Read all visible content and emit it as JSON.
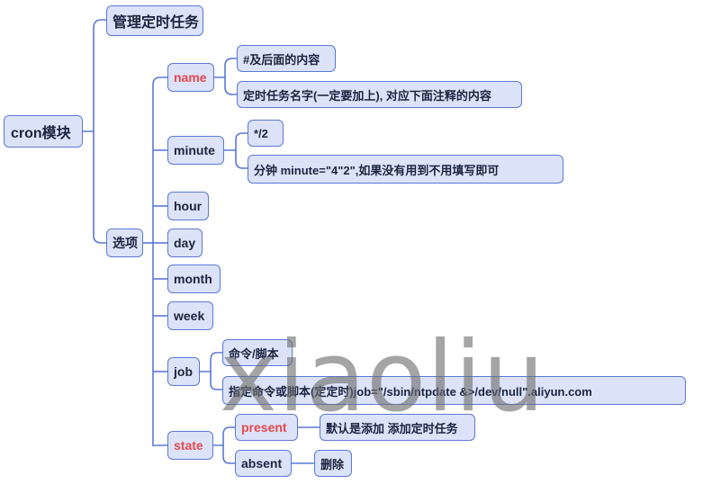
{
  "root": "cron模块",
  "task_title": "管理定时任务",
  "options_label": "选项",
  "name": {
    "label": "name",
    "notes": [
      "#及后面的内容",
      "定时任务名字(一定要加上), 对应下面注释的内容"
    ]
  },
  "minute": {
    "label": "minute",
    "notes": [
      "*/2",
      "分钟 minute=\"4\"2\",如果没有用到不用填写即可"
    ]
  },
  "hour": "hour",
  "day": "day",
  "month": "month",
  "week": "week",
  "job": {
    "label": "job",
    "notes": [
      "命令/脚本",
      "指定命令或脚本(定定时)job=\"/sbin/ntpdate &>/dev/null\".aliyun.com"
    ]
  },
  "state": {
    "label": "state",
    "present": {
      "label": "present",
      "note": "默认是添加 添加定时任务"
    },
    "absent": {
      "label": "absent",
      "note": "删除"
    }
  },
  "watermark": "xiaoliu",
  "colors": {
    "node_fill": "#dce3f8",
    "node_border": "#5b78d6",
    "highlight_text": "#e5484d"
  }
}
